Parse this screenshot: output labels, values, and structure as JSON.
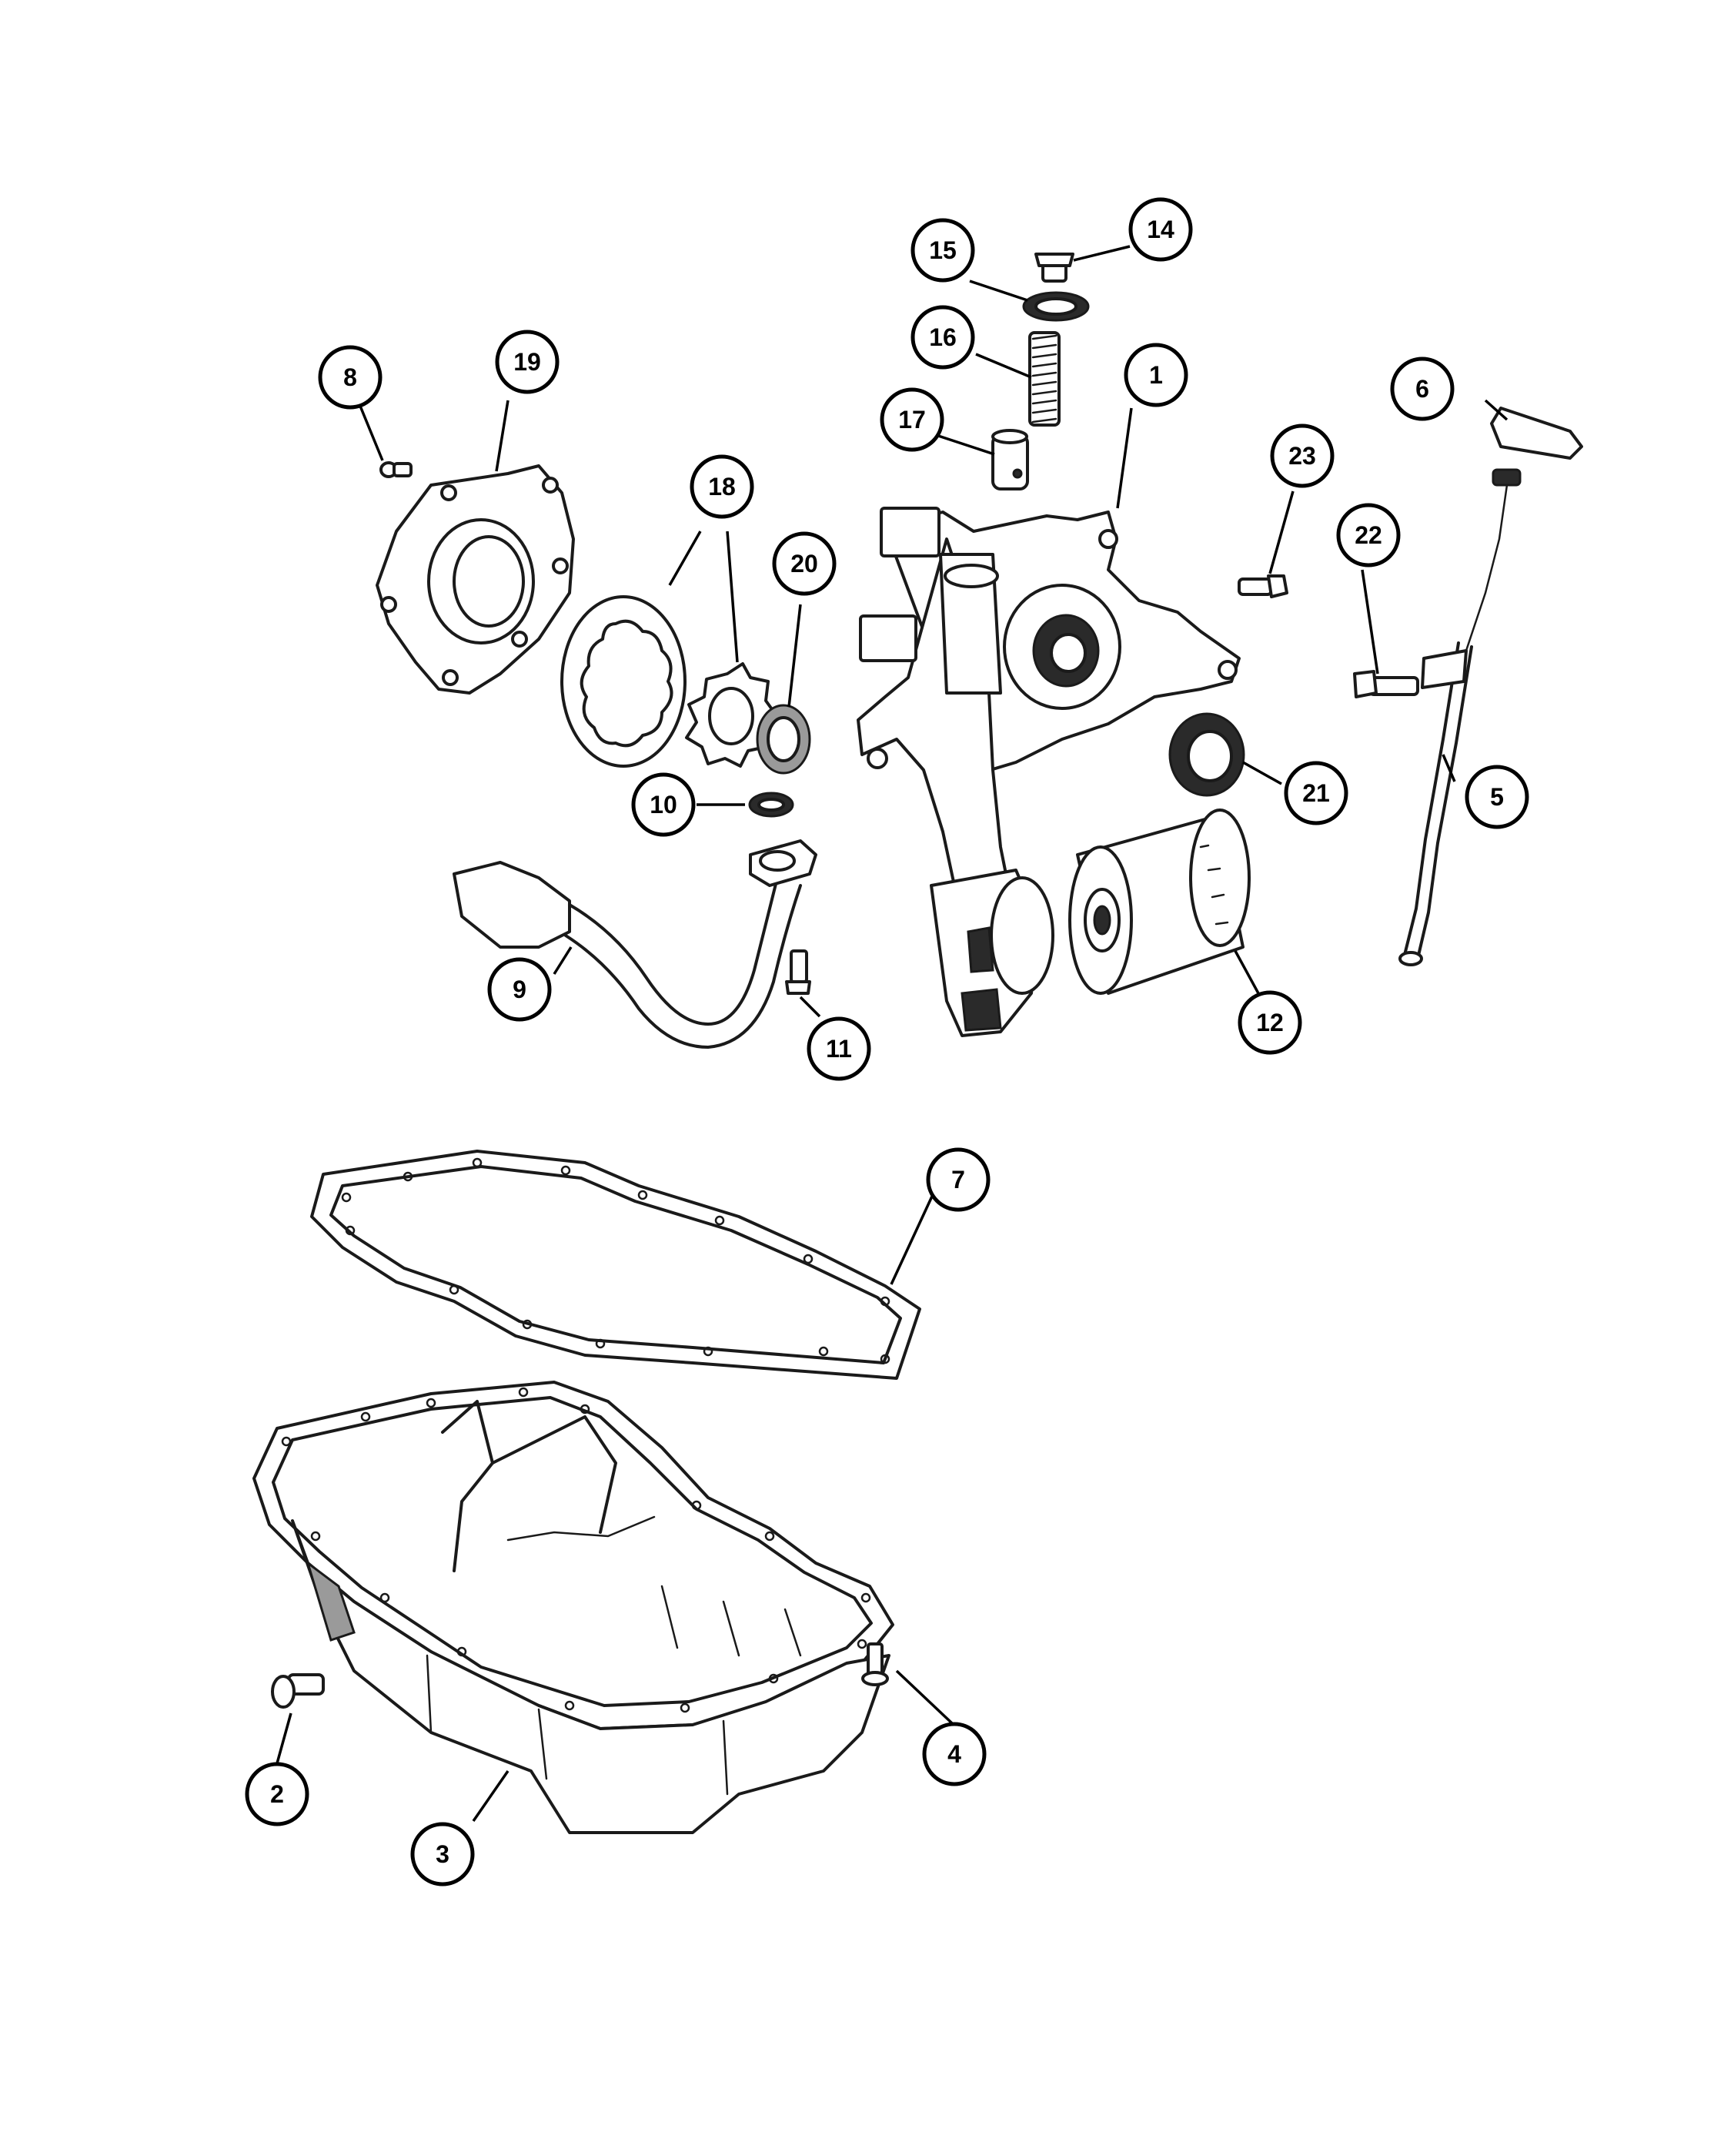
{
  "callouts": [
    {
      "id": "1",
      "label": "1"
    },
    {
      "id": "2",
      "label": "2"
    },
    {
      "id": "3",
      "label": "3"
    },
    {
      "id": "4",
      "label": "4"
    },
    {
      "id": "5",
      "label": "5"
    },
    {
      "id": "6",
      "label": "6"
    },
    {
      "id": "7",
      "label": "7"
    },
    {
      "id": "8",
      "label": "8"
    },
    {
      "id": "9",
      "label": "9"
    },
    {
      "id": "10",
      "label": "10"
    },
    {
      "id": "11",
      "label": "11"
    },
    {
      "id": "12",
      "label": "12"
    },
    {
      "id": "14",
      "label": "14"
    },
    {
      "id": "15",
      "label": "15"
    },
    {
      "id": "16",
      "label": "16"
    },
    {
      "id": "17",
      "label": "17"
    },
    {
      "id": "18",
      "label": "18"
    },
    {
      "id": "19",
      "label": "19"
    },
    {
      "id": "20",
      "label": "20"
    },
    {
      "id": "21",
      "label": "21"
    },
    {
      "id": "22",
      "label": "22"
    },
    {
      "id": "23",
      "label": "23"
    }
  ],
  "colors": {
    "line": "#1a1a1a",
    "background": "#ffffff"
  }
}
